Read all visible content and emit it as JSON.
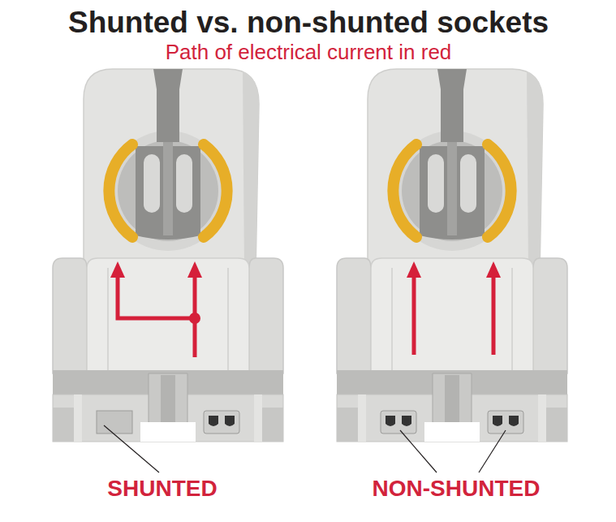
{
  "diagram": {
    "title": "Shunted vs. non-shunted sockets",
    "labels": [
      "Path of electrical current in red",
      "SHUNTED",
      "NON-SHUNTED"
    ]
  }
}
